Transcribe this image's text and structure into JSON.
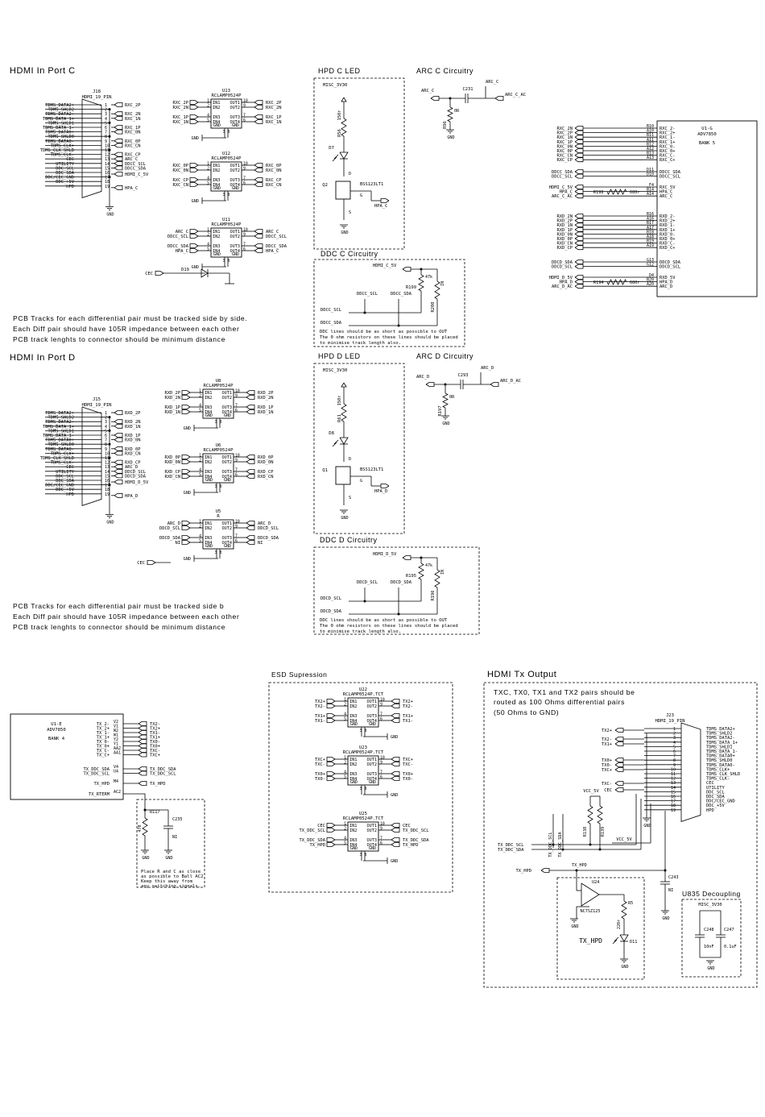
{
  "headings": {
    "port_c": "HDMI In Port C",
    "port_d": "HDMI In Port D",
    "hpd_c": "HPD C LED",
    "arc_c": "ARC C Circuitry",
    "ddc_c": "DDC C Circuitry",
    "hpd_d": "HPD D LED",
    "arc_d": "ARC D Circuitry",
    "ddc_d": "DDC D Circuitry",
    "esd": "ESD Supression",
    "tx_out": "HDMI Tx Output",
    "u835": "U835 Decoupling"
  },
  "notes": {
    "pcb_c": [
      "PCB Tracks for each differential pair must be tracked side by side.",
      "Each Diff pair should have 105R impedance between each other",
      "PCB track lenghts to connector should be minimum distance"
    ],
    "pcb_d": [
      "PCB Tracks for each differential pair must be tracked side b",
      "Each Diff pair should have 105R impedance between each other",
      "PCB track lenghts to connector should be minimum distance"
    ],
    "ddc_c": [
      "DDC lines should be as short as possible to OUT",
      "The 0 ohm resistors on these lines should be placed",
      "to minimise track length also."
    ],
    "ddc_d": [
      "DDC lines should be as short as possible to OUT",
      "The 0 ohm resistors on these lines should be placed",
      "to minimise track length also."
    ],
    "tx_routing": [
      "TXC, TX0, TX1 and TX2 pairs should be",
      "routed as 100 Ohms differential pairs",
      "(50 Ohms to GND)"
    ],
    "ac2": [
      "Place R and C as close",
      "as possible to Ball AC2.",
      "Keep this away from",
      "any switching signals."
    ]
  },
  "conn_pins": [
    "1",
    "2",
    "3",
    "4",
    "5",
    "6",
    "7",
    "8",
    "9",
    "10",
    "11",
    "12",
    "13",
    "14",
    "15",
    "16",
    "17",
    "18",
    "19"
  ],
  "conn_pin_names": [
    "TDMS_DATA2+",
    "TDMS_SHLD2",
    "TDMS_DATA2-",
    "TDMS_DATA_1+",
    "TDMS_SHLD1",
    "TDMS_DATA_1-",
    "TDMS_DATA0+",
    "TDMS_SHLD0",
    "TDMS_DATA0-",
    "TDMS_CLK+",
    "TDMS_CLK_SHLD",
    "TDMS_CLK-",
    "CEC",
    "UTILITY",
    "DDC_SCL",
    "DDC_SDA",
    "DDC/CEC_GND",
    "DDC_+5V",
    "HPD"
  ],
  "tx_pin_names": [
    "TDMS_DATA2+",
    "TDMS_SHLD2",
    "TDMS_DATA2-",
    "TDMS_DATA_1+",
    "TDMS_SHLD1",
    "TDMS_DATA_1-",
    "TDMS_DATA0+",
    "TDMS_SHLD0",
    "TDMS_DATA0-",
    "TDMS_CLK+",
    "TDMS_CLK_SHLD",
    "TDMS_CLK-",
    "CEC",
    "UTILITY",
    "DDC_SCL",
    "DDC_SDA",
    "DDC/CEC_GND",
    "DDC_+5V",
    "HPD"
  ],
  "conn_c": {
    "ref": "J18",
    "part": "HDMI_19_PIN",
    "nets": [
      "RXC_2P",
      "RXC_2N",
      "RXC_1N",
      "RXC_1P",
      "RXC_0N",
      "RXC_0P",
      "RXC_CN",
      "RXC_CP",
      "ARC_C",
      "DDCC_SCL",
      "DDCC_SDA",
      "HDMI_C_5V",
      "HPA_C"
    ],
    "gnd": "GND"
  },
  "conn_d": {
    "ref": "J15",
    "part": "HDMI_19_PIN",
    "nets": [
      "RXD_2P",
      "RXD_2N",
      "RXD_1N",
      "RXD_1P",
      "RXD_0N",
      "RXD_0P",
      "RXD_CN",
      "RXD_CP",
      "ARC_D",
      "DDCD_SCL",
      "DDCD_SDA",
      "HDMI_D_5V",
      "HPA_D"
    ],
    "gnd": "GND"
  },
  "clamp_pins": {
    "left": [
      "1",
      "2",
      "4",
      "5"
    ],
    "right": [
      "10",
      "9",
      "7",
      "6"
    ],
    "bottom": [
      "3",
      "8"
    ]
  },
  "clamp_labels": {
    "in": [
      "IN1",
      "IN2",
      "IN3",
      "IN4"
    ],
    "out": [
      "OUT1",
      "OUT2",
      "OUT3",
      "OUT4"
    ],
    "gnd": [
      "GND",
      "GND"
    ]
  },
  "clamps_c": [
    {
      "ref": "U13",
      "part": "RCLAMP0524P",
      "nets": [
        "RXC_2P",
        "RXC_2N",
        "RXC_1P",
        "RXC_1N"
      ]
    },
    {
      "ref": "U12",
      "part": "RCLAMP0524P",
      "nets": [
        "RXC_0P",
        "RXC_0N",
        "RXC_CP",
        "RXC_CN"
      ]
    },
    {
      "ref": "U11",
      "part": "RCLAMP0524P",
      "nets": [
        "ARC_C",
        "DDCC_SCL",
        "DDCC_SDA",
        "HPA_C"
      ]
    }
  ],
  "clamps_d": [
    {
      "ref": "U8",
      "part": "RCLAMP0524P",
      "nets": [
        "RXD_2P",
        "RXD_2N",
        "RXD_1P",
        "RXD_1N"
      ]
    },
    {
      "ref": "U6",
      "part": "RCLAMP0524P",
      "nets": [
        "RXD_0P",
        "RXD_0N",
        "RXD_CP",
        "RXD_CN"
      ]
    },
    {
      "ref": "U5",
      "part": "R",
      "nets": [
        "ARC_D",
        "DDCD_SCL",
        "DDCD_SDA",
        "NI"
      ]
    }
  ],
  "clamps_tx": [
    {
      "ref": "U22",
      "part": "RCLAMP0524P.TCT",
      "nets": [
        "TX2+",
        "TX2-",
        "TX1+",
        "TX1-"
      ]
    },
    {
      "ref": "U23",
      "part": "RCLAMP0524P.TCT",
      "nets": [
        "TXC+",
        "TXC-",
        "TX0+",
        "TX0-"
      ]
    },
    {
      "ref": "U25",
      "part": "RCLAMP0524P.TCT",
      "nets": [
        "CEC",
        "TX_DDC_SCL",
        "TX_DDC_SDA",
        "TX_HPD"
      ]
    }
  ],
  "gnd": "GND",
  "cec_c": {
    "net": "CEC",
    "ref": "D19"
  },
  "cec_d": {
    "net": "CEC"
  },
  "hpd_c": {
    "supply": "MISC_3V30",
    "r_ref": "R56",
    "r_val": "150r",
    "led": "D7",
    "q": "Q2",
    "q_part": "BSS123LT1",
    "net": "HPA_C",
    "pins": [
      "D",
      "G",
      "S"
    ]
  },
  "hpd_d": {
    "supply": "MISC_3V30",
    "r_ref": "R61",
    "r_val": "150r",
    "led": "D8",
    "q": "Q1",
    "q_part": "BSS123LT1",
    "net": "HPA_D",
    "pins": [
      "D",
      "G",
      "S"
    ]
  },
  "arc_c": {
    "net_in": "ARC_C",
    "net_out": "ARC_C_AC",
    "cap": "C231",
    "r_ref": "R96",
    "r_val": "0R"
  },
  "arc_d": {
    "net_in": "ARC_D",
    "net_out": "ARC_D_AC",
    "cap": "C293",
    "r_ref": "R197",
    "r_val": "0R"
  },
  "ddc_c": {
    "supply": "HDMI_C_5V",
    "r1": "R199",
    "r2": "R200",
    "r_val": "47k",
    "ni": "NI",
    "scl": "DDCC_SCL",
    "sda": "DDCC_SDA"
  },
  "ddc_d": {
    "supply": "HDMI_D_5V",
    "r1": "R195",
    "r2": "R196",
    "r_val": "47k",
    "ni": "NI",
    "scl": "DDCD_SCL",
    "sda": "DDCD_SDA"
  },
  "adv_rx": {
    "ref": "U1-G",
    "part": "ADV7850",
    "bank": "BANK 5",
    "c_pins": [
      [
        "RXC_2N",
        "B10",
        "RXC_2-"
      ],
      [
        "RXC_2P",
        "A10",
        "RXC_2+"
      ],
      [
        "RXC_1N",
        "B11",
        "RXC_1-"
      ],
      [
        "RXC_1P",
        "A11",
        "RXC_1+"
      ],
      [
        "RXC_0N",
        "B12",
        "RXC_0-"
      ],
      [
        "RXC_0P",
        "A12",
        "RXC_0+"
      ],
      [
        "RXC_CN",
        "B13",
        "RXC_C-"
      ],
      [
        "RXC_CP",
        "A13",
        "RXC_C+"
      ]
    ],
    "c_ddc": [
      [
        "DDCC_SDA",
        "D11",
        "DDCC_SDA"
      ],
      [
        "DDCC_SCL",
        "D10",
        "DDCC_SCL"
      ]
    ],
    "c_misc": [
      [
        "HDMI_C_5V",
        "F4",
        "RXC_5V"
      ],
      [
        "HPA_C",
        "B14",
        "HPA_C"
      ],
      [
        "ARC_C_AC",
        "A14",
        "ARC_C"
      ]
    ],
    "c_res": {
      "ref": "R198",
      "val": "680r"
    },
    "d_pins": [
      [
        "RXD_2N",
        "B16",
        "RXD_2-"
      ],
      [
        "RXD_2P",
        "A16",
        "RXD_2+"
      ],
      [
        "RXD_1N",
        "B17",
        "RXD_1-"
      ],
      [
        "RXD_1P",
        "A17",
        "RXD_1+"
      ],
      [
        "RXD_0N",
        "B18",
        "RXD_0-"
      ],
      [
        "RXD_0P",
        "A18",
        "RXD_0+"
      ],
      [
        "RXD_CN",
        "B19",
        "RXD_C-"
      ],
      [
        "RXD_CP",
        "A19",
        "RXD_C+"
      ]
    ],
    "d_ddc": [
      [
        "DDCD_SDA",
        "G13",
        "DDCD_SDA"
      ],
      [
        "DDCD_SCL",
        "G12",
        "DDCD_SCL"
      ]
    ],
    "d_misc": [
      [
        "HDMI_D_5V",
        "D4",
        "RXD_5V"
      ],
      [
        "HPA_D",
        "B20",
        "HPA_D"
      ],
      [
        "ARC_D_AC",
        "A20",
        "ARC_D"
      ]
    ],
    "d_res": {
      "ref": "R194",
      "val": "680r"
    }
  },
  "adv_tx": {
    "ref": "U1-E",
    "part": "ADV7850",
    "bank": "BANK 4",
    "pins": [
      [
        "TX_2-",
        "V2",
        "TX2-"
      ],
      [
        "TX_2+",
        "V1",
        "TX2+"
      ],
      [
        "TX_1-",
        "W2",
        "TX1-"
      ],
      [
        "TX_1+",
        "W1",
        "TX1+"
      ],
      [
        "TX_0-",
        "Y2",
        "TX0-"
      ],
      [
        "TX_0+",
        "Y1",
        "TX0+"
      ],
      [
        "TX_C-",
        "AA2",
        "TXC-"
      ],
      [
        "TX_C+",
        "AA1",
        "TXC+"
      ],
      [
        "TX_DDC_SDA",
        "V4",
        "TX_DDC_SDA"
      ],
      [
        "TX_DDC_SCL",
        "U4",
        "TX_DDC_SCL"
      ],
      [
        "TX_HPD",
        "M4",
        "TX_HPD"
      ],
      [
        "TX_RTERM",
        "AC2",
        ""
      ]
    ],
    "r": "R117",
    "r_val": "470",
    "c": "C235",
    "ni": "NI"
  },
  "tx_conn": {
    "ref": "J23",
    "part": "HDMI_19_PIN",
    "left_nets": [
      "TX2+",
      "TX2-",
      "TX1+",
      "TX0+",
      "TX0-",
      "TXC+",
      "TXC-",
      "CEC"
    ],
    "ddc": [
      "TX_DDC_SCL",
      "TX_DDC_SDA"
    ],
    "vcc": "VCC_5V",
    "r1": "R138",
    "r2": "R139",
    "r_val": "47k",
    "hpd": "TX_HPD",
    "cap": "C243",
    "ni": "NI",
    "buf": "U24",
    "buf_part": "NC7SZ125",
    "r3": "R5",
    "r3_val": "220r",
    "led": "D11",
    "led_label": "TX_HPD",
    "dec_supply": "MISC_3V30",
    "c1": "C248",
    "c1v": "10nF",
    "c2": "C247",
    "c2v": "0.1uF"
  }
}
